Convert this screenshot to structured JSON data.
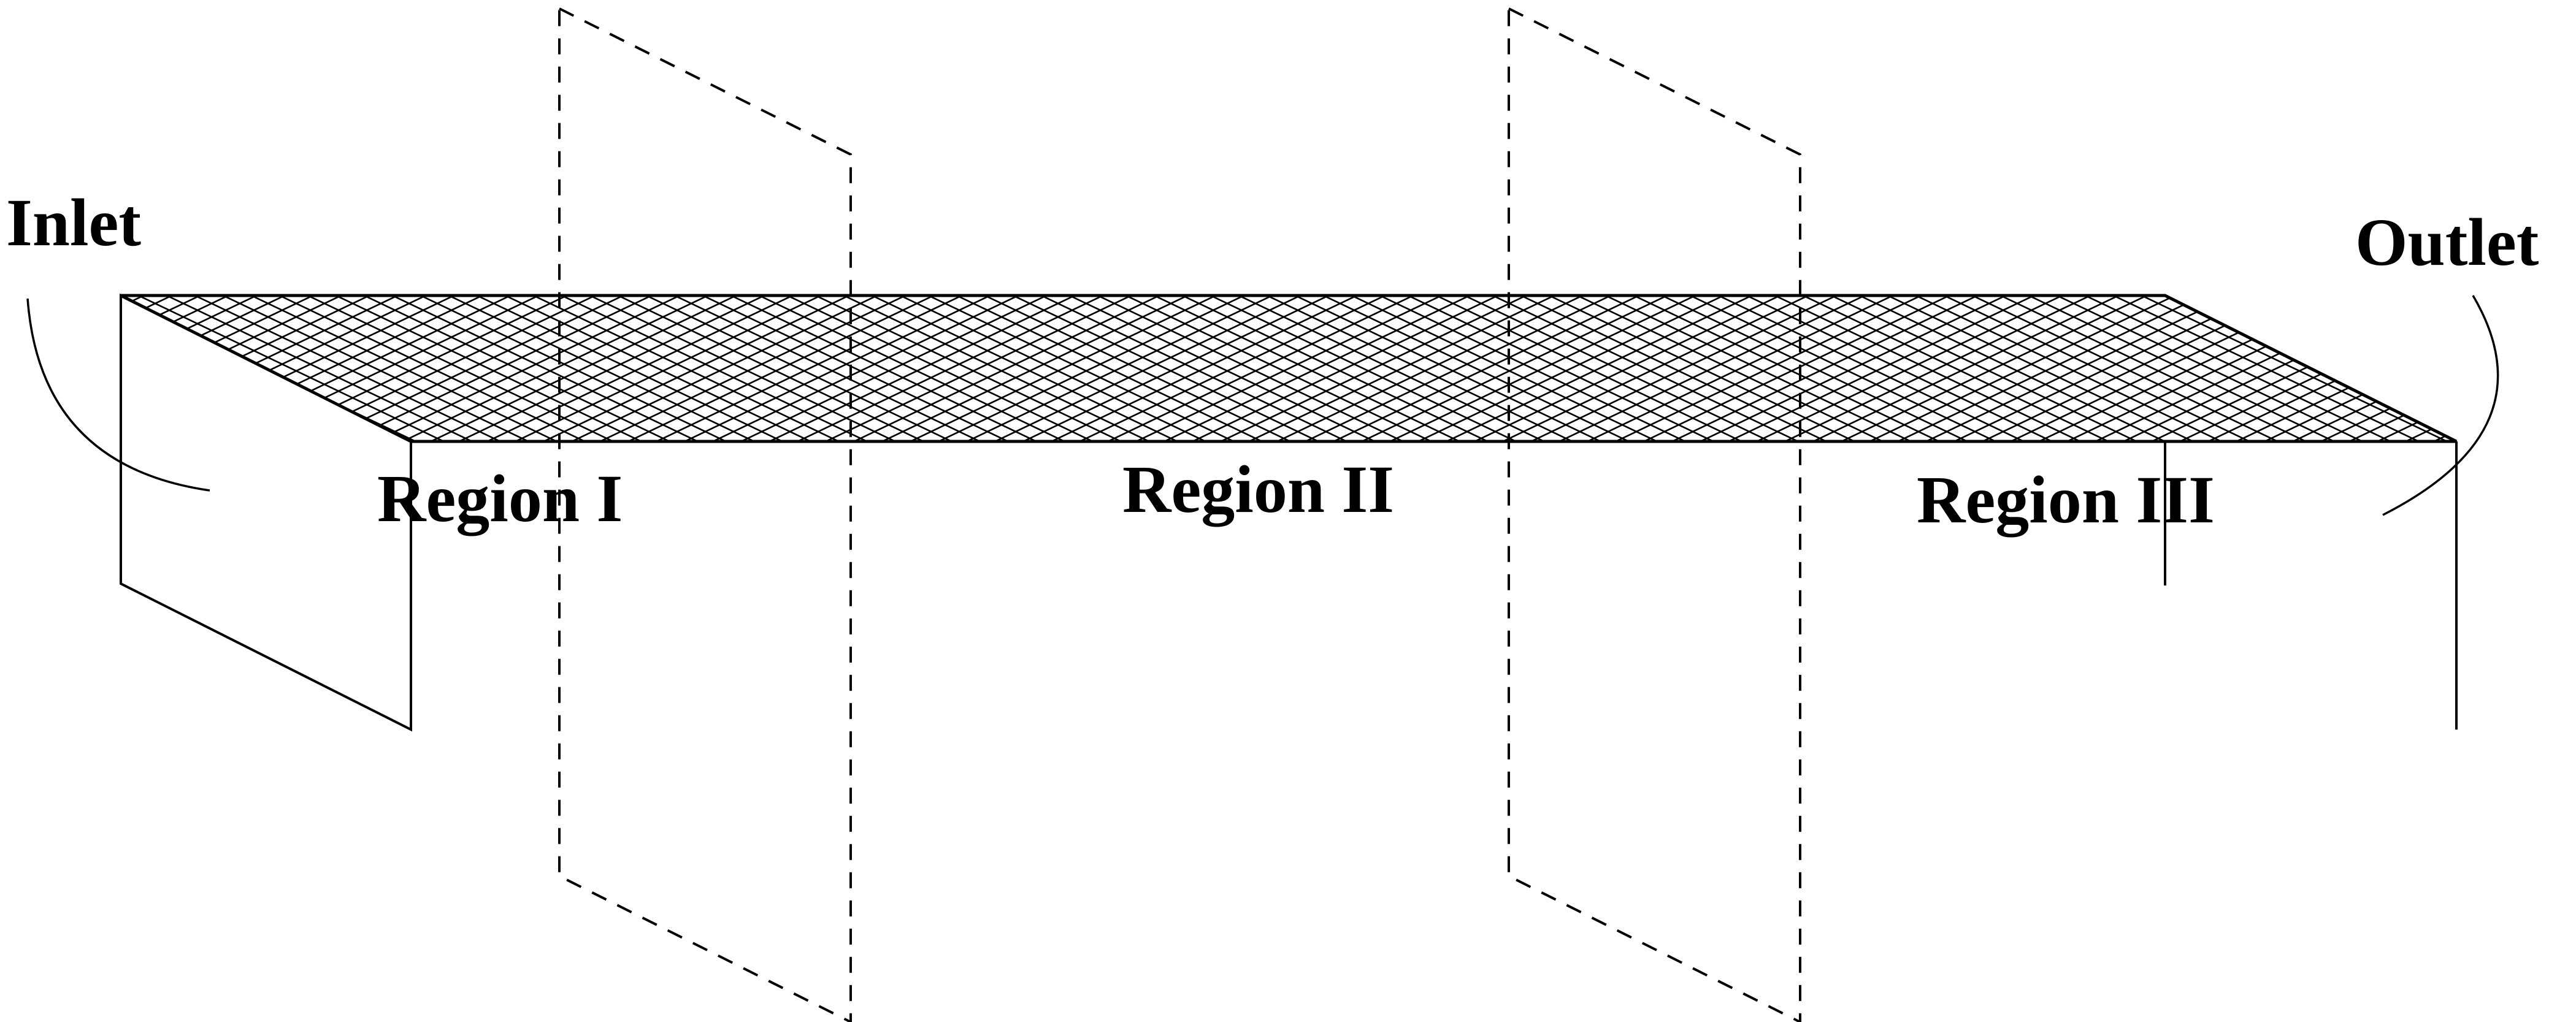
{
  "labels": {
    "inlet": "Inlet",
    "outlet": "Outlet",
    "region_1": "Region I",
    "region_2": "Region II",
    "region_3": "Region III"
  },
  "colors": {
    "line": "#000000",
    "mesh": "#000000",
    "background": "#ffffff"
  }
}
